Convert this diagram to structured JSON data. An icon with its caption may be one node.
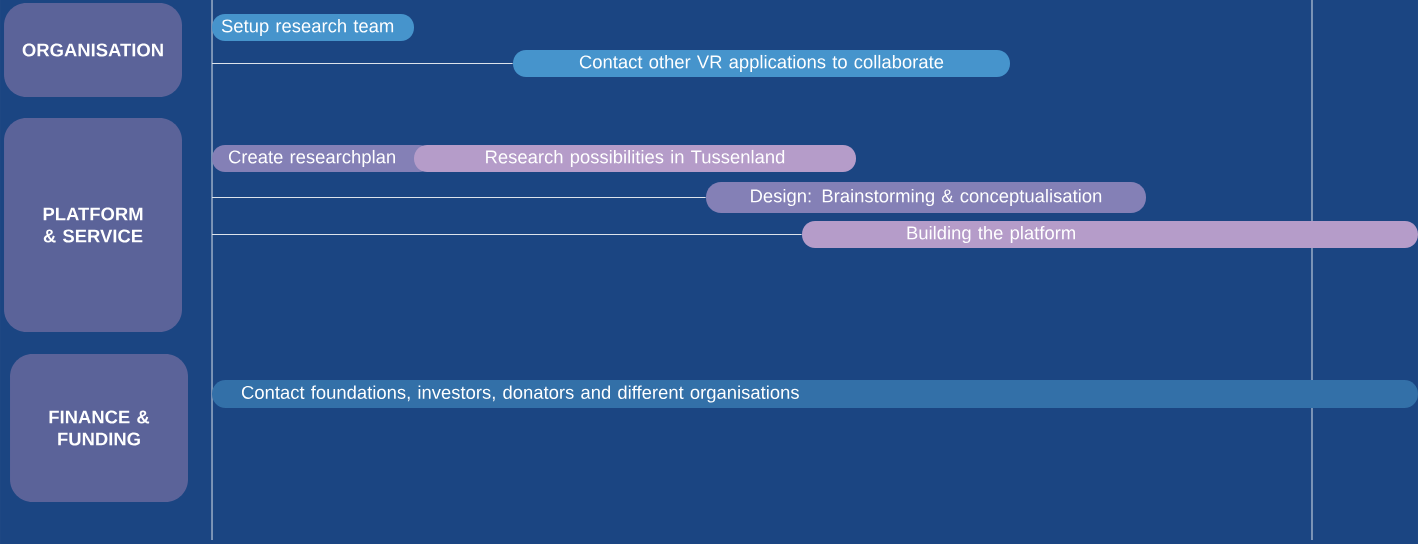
{
  "diagram": {
    "nodes": [
      {
        "text": [
          "ORGANISATION"
        ]
      },
      {
        "text": [
          "Setup research team"
        ]
      },
      {
        "text": [
          "Contact other VR applications to collaborate"
        ]
      },
      {
        "text": [
          "PLATFORM & SERVICE"
        ]
      },
      {
        "text": [
          "Create researchplan"
        ]
      },
      {
        "text": [
          "Research possibilities in Tussenland"
        ]
      },
      {
        "text": [
          "Design: Brainstorming & conceptualisation"
        ]
      },
      {
        "text": [
          "Building the platform"
        ]
      },
      {
        "text": [
          "FINANCE & FUNDING"
        ]
      },
      {
        "text": [
          "Contact foundations, investors, donators and different organisations"
        ]
      }
    ],
    "edges": [
      {
        "from": null,
        "to": 2,
        "arrow": "none"
      },
      {
        "from": null,
        "to": 6,
        "arrow": "none"
      },
      {
        "from": null,
        "to": 7,
        "arrow": "none"
      }
    ]
  }
}
